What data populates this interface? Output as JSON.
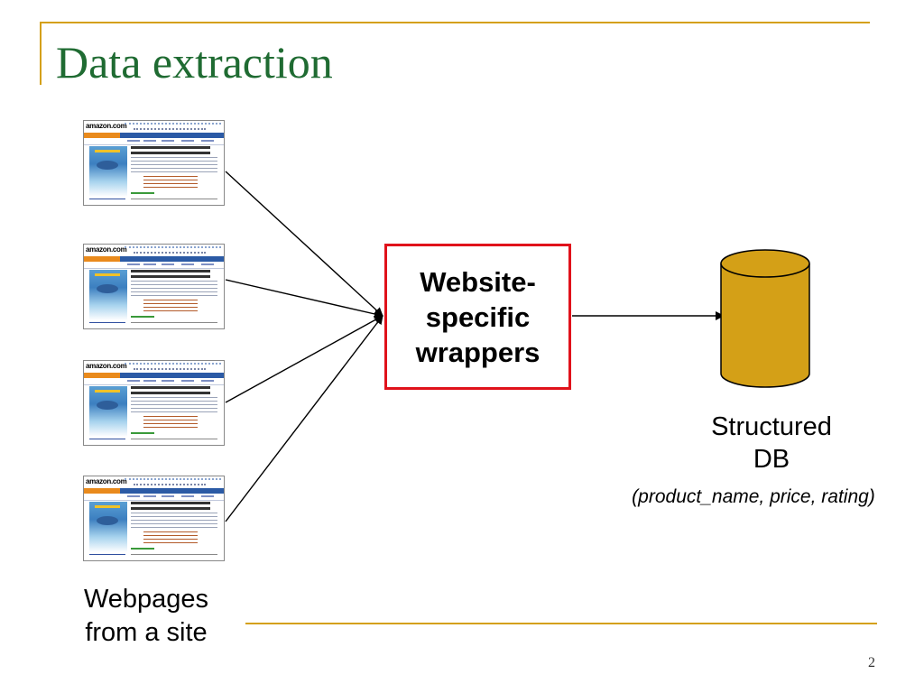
{
  "slide": {
    "title": "Data extraction",
    "page_number": "2"
  },
  "pages": [
    {
      "logo": "amazon.com"
    },
    {
      "logo": "amazon.com"
    },
    {
      "logo": "amazon.com"
    },
    {
      "logo": "amazon.com"
    }
  ],
  "wrapper": {
    "label": "Website-\nspecific\nwrappers",
    "border_color": "#e0121b"
  },
  "database": {
    "label": "Structured\nDB",
    "schema": "(product_name, price, rating)",
    "fill_color": "#d4a017"
  },
  "source": {
    "label": "Webpages\nfrom a site"
  },
  "colors": {
    "title": "#1f6b32",
    "accent_lines": "#d4a017"
  }
}
